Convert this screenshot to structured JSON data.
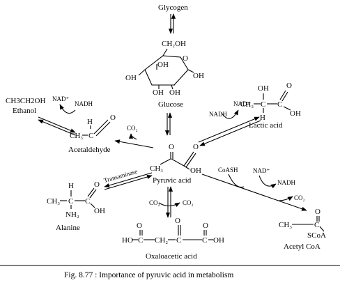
{
  "compounds": {
    "glycogen": "Glycogen",
    "glucose": "Glucose",
    "ethanol": "Ethanol",
    "ethanol_formula": "CH3CH2OH",
    "lactic_acid": "Lactic acid",
    "acetaldehyde": "Acetaldehyde",
    "pyruvic_acid": "Pyruvic acid",
    "alanine": "Alanine",
    "acetyl_coa": "Acetyl CoA",
    "oxaloacetic_acid": "Oxaloacetic acid"
  },
  "cofactors": {
    "nad_plus": "NAD⁺",
    "nadh": "NADH",
    "co2": "CO₂",
    "coash": "CoASH",
    "transaminase": "Transaminase"
  },
  "atoms": {
    "oh": "OH",
    "ch2oh": "CH₂OH",
    "o": "O",
    "h": "H",
    "ch3": "CH₃",
    "ch2": "CH₂",
    "c": "C",
    "c_eq": "C",
    "nh2": "NH₂",
    "ho": "HO",
    "scoa": "SCoA"
  },
  "caption": "Fig. 8.77 : Importance of pyruvic acid in metabolism"
}
